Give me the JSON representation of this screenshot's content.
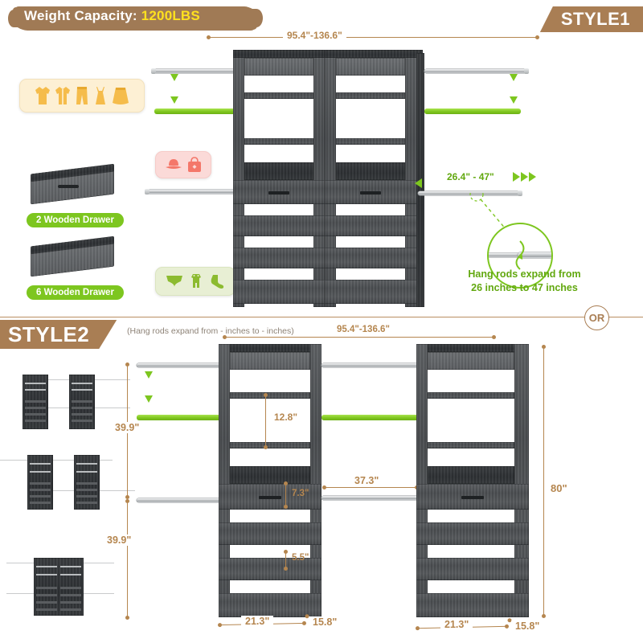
{
  "banner": {
    "label": "Weight Capacity:",
    "value": "1200LBS"
  },
  "style1": {
    "tag": "STYLE1",
    "top_width": "95.4\"-136.6\"",
    "rod_expand_dim": "26.4\" - 47\"",
    "zoom_note_line1": "Hang rods expand from",
    "zoom_note_line2": "26 inches to 47 inches",
    "drawers": [
      {
        "label": "2 Wooden Drawer"
      },
      {
        "label": "6 Wooden Drawer"
      }
    ],
    "badges": [
      {
        "name": "clothing-badge",
        "icons": [
          "sweater-icon",
          "jacket-icon",
          "pants-icon",
          "dress-icon",
          "skirt-icon"
        ]
      },
      {
        "name": "accessories-badge",
        "icons": [
          "hat-icon",
          "handbag-icon"
        ]
      },
      {
        "name": "smallwear-badge",
        "icons": [
          "underwear-icon",
          "onesie-icon",
          "sock-icon"
        ]
      }
    ]
  },
  "style2": {
    "tag": "STYLE2",
    "hint": "(Hang rods expand from - inches to - inches)",
    "top_width": "95.4\"-136.6\"",
    "left_upper_height": "39.9\"",
    "left_lower_height": "39.9\"",
    "shelf_gap": "12.8\"",
    "drawer_height": "7.3\"",
    "slat_gap": "5.5\"",
    "center_gap": "37.3\"",
    "total_height": "80\"",
    "left_tower_width": "21.3\"",
    "left_tower_depth": "15.8\"",
    "right_tower_width": "21.3\"",
    "right_tower_depth": "15.8\""
  },
  "divider": {
    "or_label": "OR"
  },
  "colors": {
    "brown": "#a97e54",
    "brown_dim": "#b5864f",
    "green": "#7dc61f",
    "green_text": "#62a80f",
    "yellow": "#ffe11f",
    "wood_dark": "#4a4d50"
  }
}
